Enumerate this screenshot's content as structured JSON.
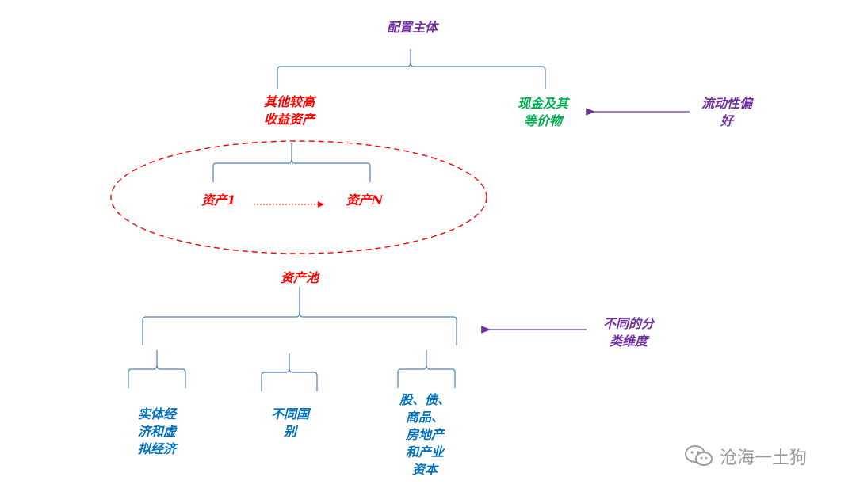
{
  "nodes": {
    "root": "配置主体",
    "other_assets_l1": "其他较高",
    "other_assets_l2": "收益资产",
    "cash_l1": "现金及其",
    "cash_l2": "等价物",
    "liquidity_l1": "流动性偏",
    "liquidity_l2": "好",
    "asset_1": "资产1",
    "asset_n": "资产N",
    "asset_pool": "资产池",
    "dimensions_l1": "不同的分",
    "dimensions_l2": "类维度",
    "real_virtual_l1": "实体经",
    "real_virtual_l2": "济和虚",
    "real_virtual_l3": "拟经济",
    "countries_l1": "不同国",
    "countries_l2": "别",
    "capital_l1": "股、债、",
    "capital_l2": "商品、",
    "capital_l3": "房地产",
    "capital_l4": "和产业",
    "capital_l5": "资本"
  },
  "watermark": {
    "text": "沧海一土狗",
    "icon": "wechat-icon"
  },
  "colors": {
    "purple": "#7030a0",
    "red": "#ff0000",
    "green": "#00b050",
    "blue": "#0070c0",
    "bracket": "#4f81bd",
    "arrow_purple": "#7030a0",
    "dash_red": "#ff0000"
  }
}
